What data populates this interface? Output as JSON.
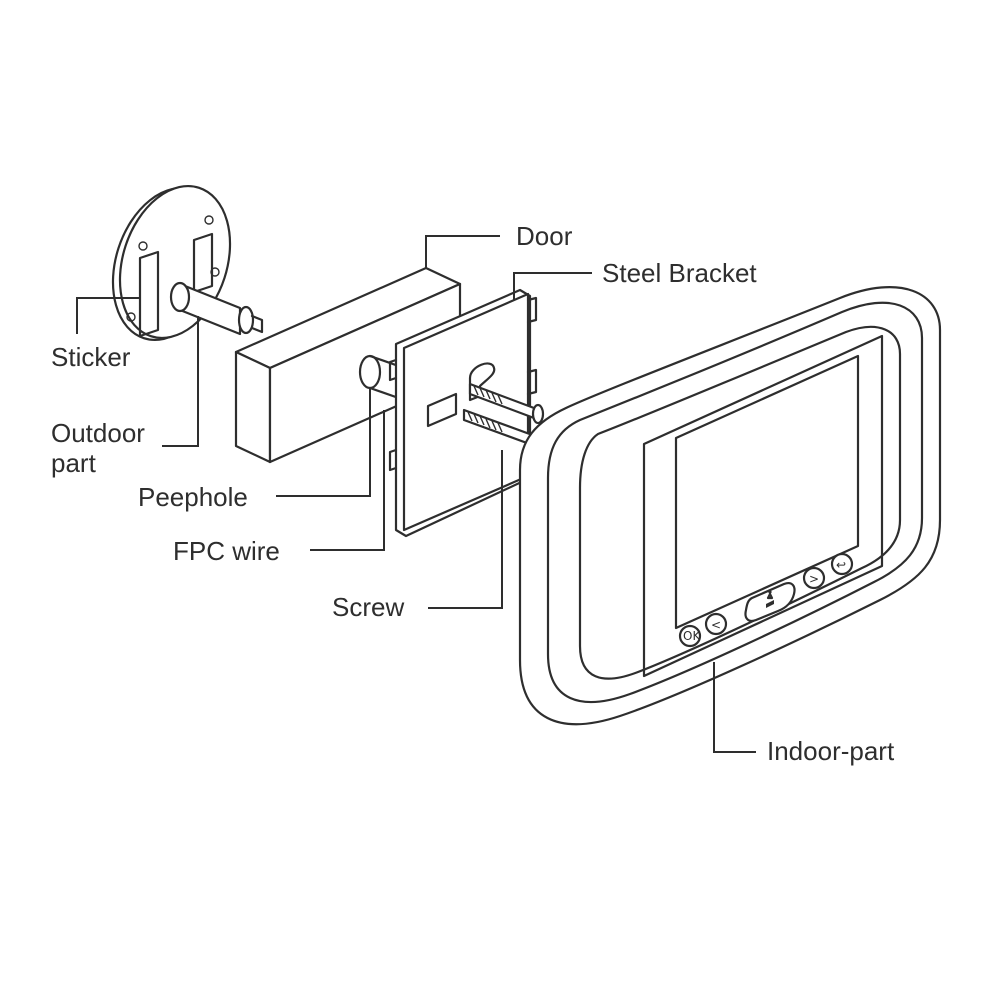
{
  "labels": {
    "door": "Door",
    "steel_bracket": "Steel Bracket",
    "sticker": "Sticker",
    "outdoor_part_line1": "Outdoor",
    "outdoor_part_line2": "part",
    "peephole": "Peephole",
    "fpc_wire": "FPC wire",
    "screw": "Screw",
    "indoor_part": "Indoor-part"
  },
  "device_buttons": {
    "ok": "OK",
    "left": "<",
    "right": ">",
    "back": "↩"
  },
  "colors": {
    "line": "#2e2e2e",
    "background": "#ffffff"
  }
}
